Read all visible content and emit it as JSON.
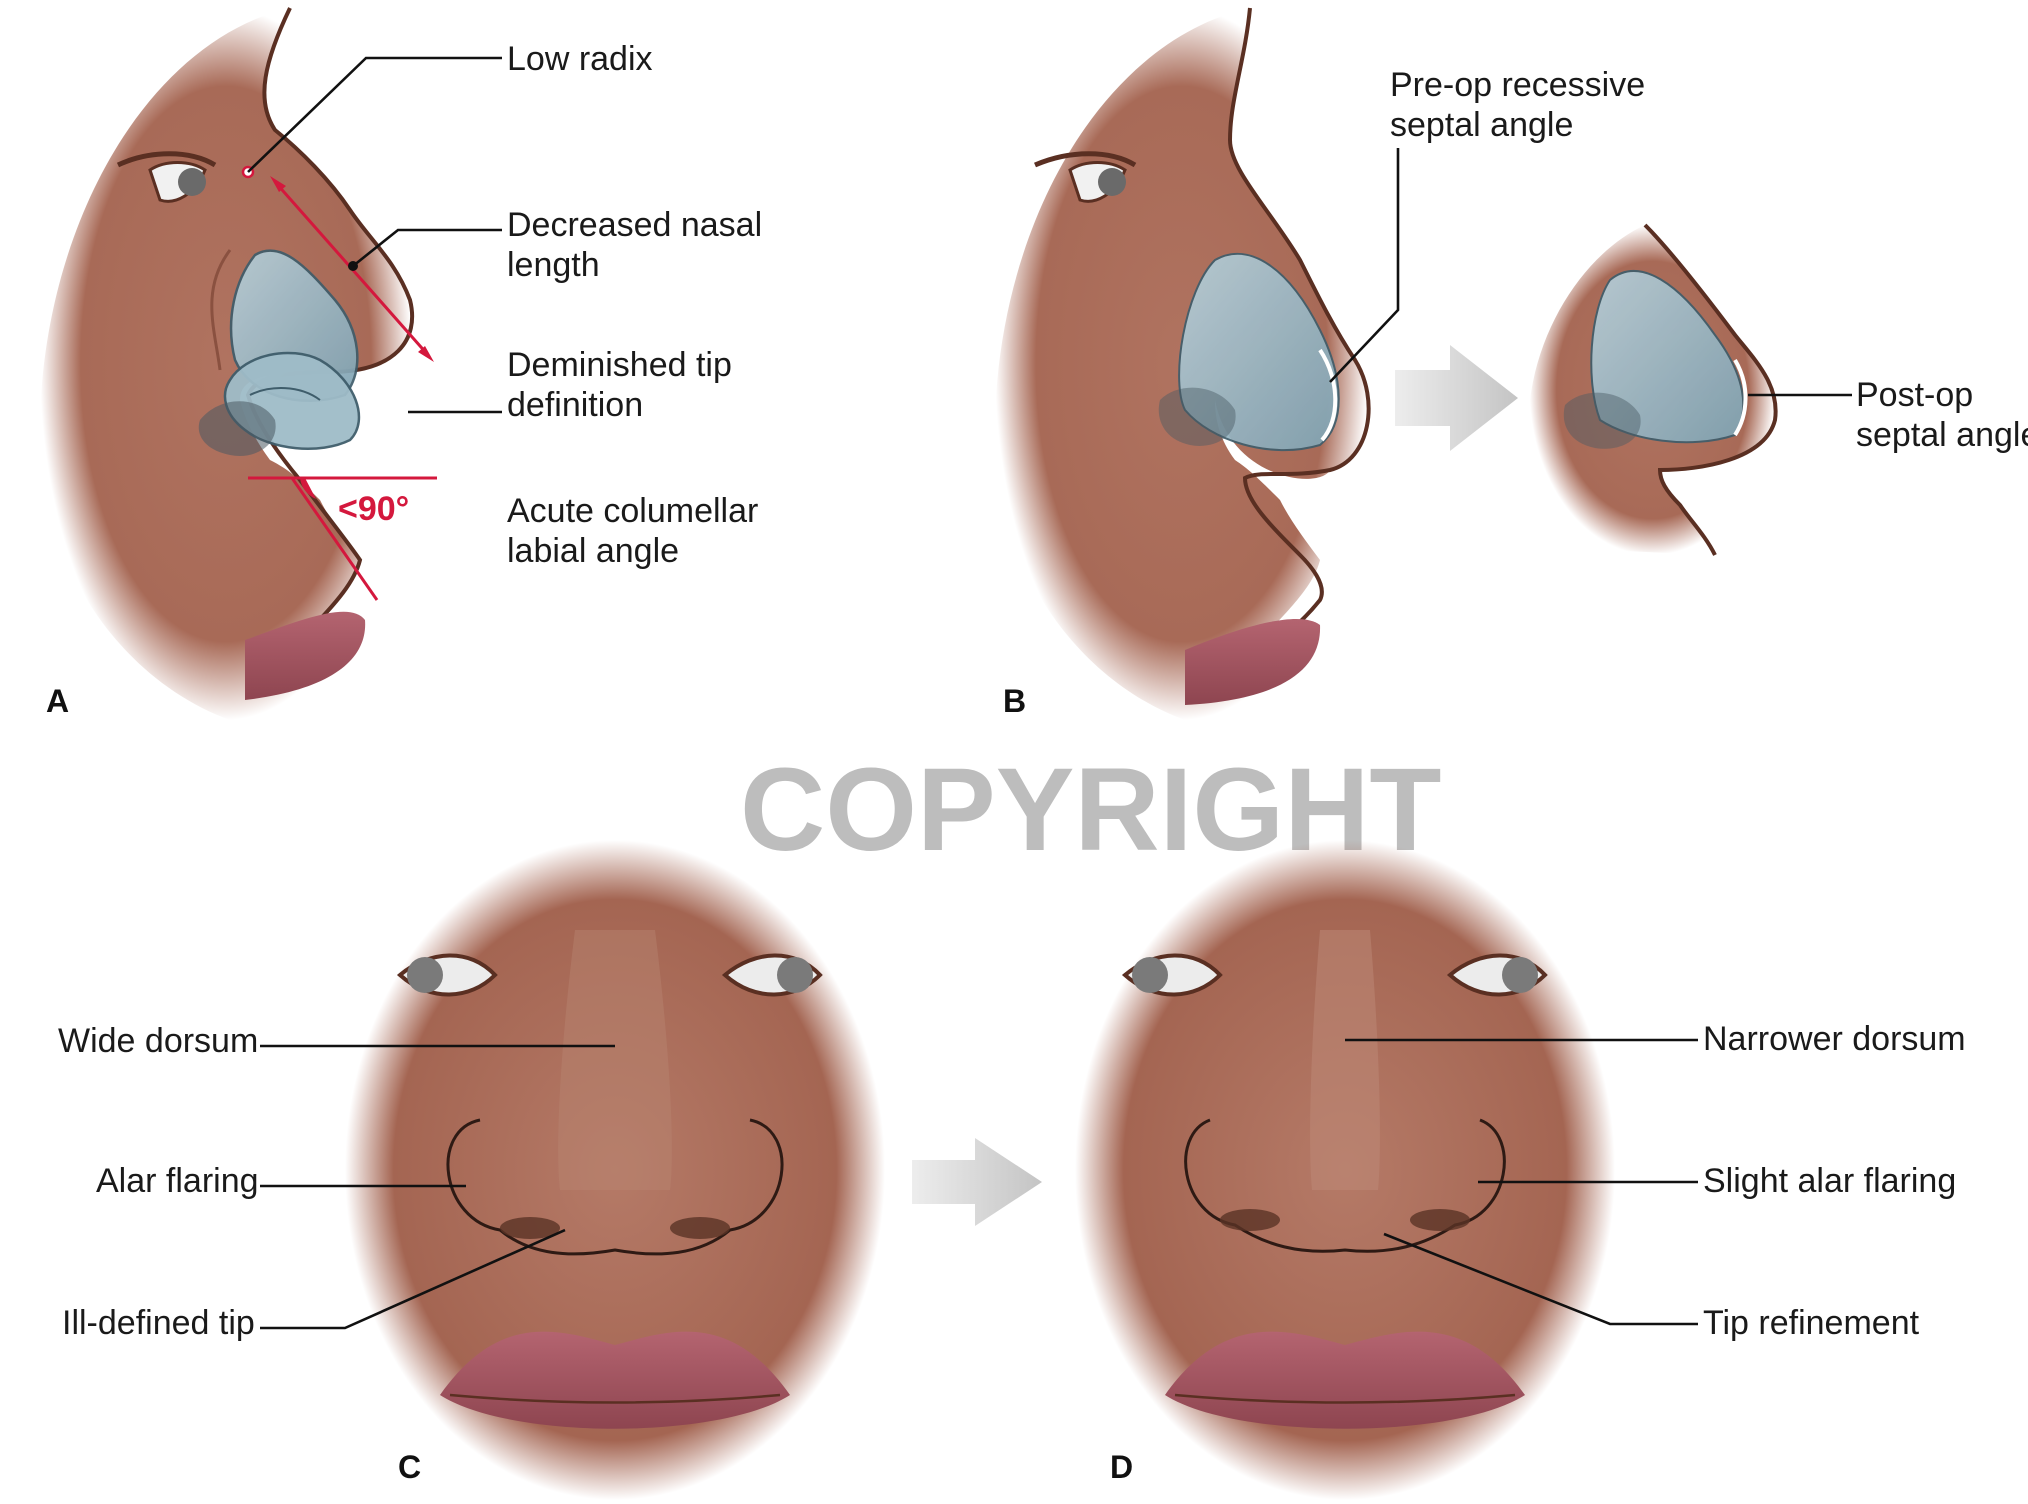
{
  "panels": {
    "a": "A",
    "b": "B",
    "c": "C",
    "d": "D"
  },
  "watermark": "COPYRIGHT",
  "panel_a": {
    "low_radix": "Low radix",
    "decreased_length_1": "Decreased nasal",
    "decreased_length_2": "length",
    "tip_def_1": "Deminished tip",
    "tip_def_2": "definition",
    "angle_value": "<90°",
    "angle_1": "Acute columellar",
    "angle_2": "labial angle"
  },
  "panel_b": {
    "preop_1": "Pre-op recessive",
    "preop_2": "septal angle",
    "postop_1": "Post-op",
    "postop_2": "septal angle"
  },
  "panel_c": {
    "wide_dorsum": "Wide dorsum",
    "alar_flaring": "Alar flaring",
    "ill_defined_tip": "Ill-defined tip"
  },
  "panel_d": {
    "narrower_dorsum": "Narrower dorsum",
    "slight_alar": "Slight alar flaring",
    "tip_refinement": "Tip refinement"
  },
  "colors": {
    "skin": "#a86a57",
    "skin_light": "#c99483",
    "skin_dark": "#5a2f22",
    "cartilage": "#8fb1bf",
    "lips": "#a3555e",
    "accent_red": "#d4183d",
    "arrow_gray": "#c8c8c8"
  }
}
